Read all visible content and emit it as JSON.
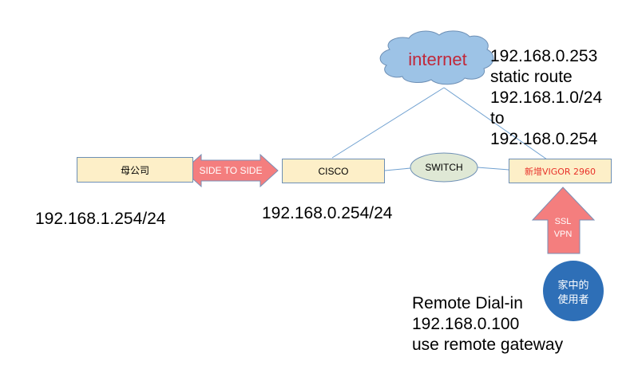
{
  "nodes": {
    "cloud": {
      "label": "internet",
      "color": "#c0283a",
      "fill": "#9dc3e6"
    },
    "parent_company": {
      "label": "母公司"
    },
    "cisco": {
      "label": "CISCO"
    },
    "switch": {
      "label": "SWITCH"
    },
    "vigor": {
      "label": "新增VIGOR 2960",
      "color": "#e8312a"
    },
    "home_user": {
      "label_line1": "家中的",
      "label_line2": "使用者",
      "fill": "#2e6fb7"
    }
  },
  "arrows": {
    "side_to_side": {
      "label": "SIDE TO SIDE",
      "fill": "#f47e7e"
    },
    "ssl_vpn": {
      "label_line1": "SSL",
      "label_line2": "VPN",
      "fill": "#f47e7e"
    }
  },
  "annotations": {
    "parent_ip": "192.168.1.254/24",
    "cisco_ip": "192.168.0.254/24",
    "vigor_note": [
      "192.168.0.253",
      "static route",
      "192.168.1.0/24",
      "to",
      "192.168.0.254"
    ],
    "remote_note": [
      "Remote Dial-in",
      "192.168.0.100",
      "use remote gateway"
    ]
  }
}
